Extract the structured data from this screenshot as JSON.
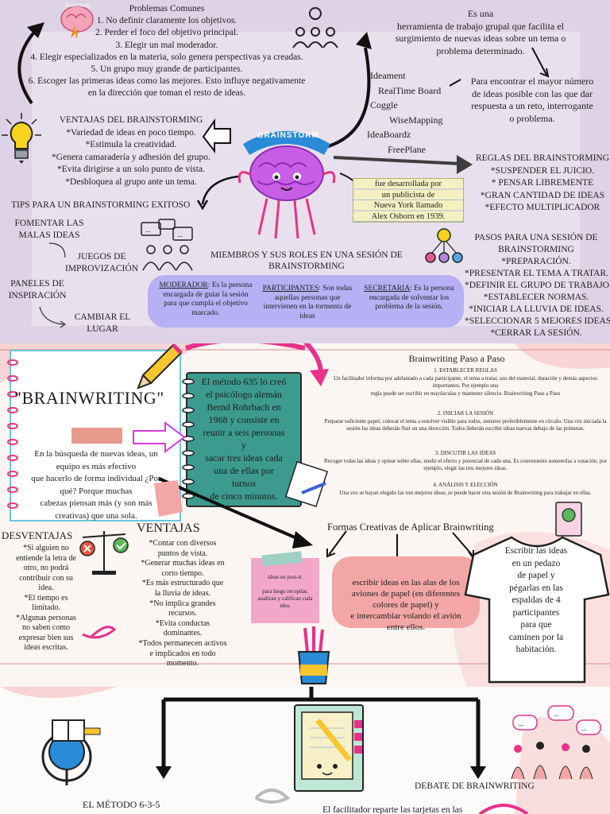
{
  "top": {
    "brain_label": "Brainstorm",
    "common_problems_title": "Problemas Comunes",
    "common_problems": [
      "1. No definir claramente los objetivos.",
      "2. Perder el foco del objetivo principal.",
      "3. Elegir un mal moderador.",
      "4. Elegir especializados en la materia, solo genera perspectivas ya creadas.",
      "5. Un grupo muy grande de participantes.",
      "6. Escoger las primeras ideas como las mejores. Esto influye negativamente",
      "en la dirección que toman el resto de ideas."
    ],
    "definition": "Es una\nherramienta de trabajo grupal que facilita el\nsurgimiento de nuevas ideas sobre un tema o\nproblema determinado.",
    "purpose": "Para encontrar el mayor número\nde ideas posible con las que dar\nrespuesta a un reto, interrogante\no problema.",
    "tools": [
      "Ideament",
      "RealTime Board",
      "Coggle",
      "WiseMapping",
      "IdeaBoardz",
      "FreePlane"
    ],
    "advantages_title": "VENTAJAS DEL BRAINSTORMING",
    "advantages": [
      "*Variedad de ideas en poco tiempo.",
      "*Estimula la creatividad.",
      "*Genera camaradería y adhesión del grupo.",
      "*Evita dirigirse a un solo punto de vista.",
      "*Desbloquea al grupo ante un tema."
    ],
    "center_banner": "BRAINSTORM",
    "rules_title": "REGLAS DEL BRAINSTORMING",
    "rules": [
      "*SUSPENDER EL JUICIO.",
      "* PENSAR LIBREMENTE",
      "*GRAN CANTIDAD DE IDEAS",
      "*EFECTO MULTIPLICADOR"
    ],
    "origin_note": "fue desarrollada por\nun publicista de\nNueva York llamado\nAlex Osborn en 1939.",
    "tips_title": "TIPS PARA UN BRAINSTORMING EXITOSO",
    "tips": [
      "FOMENTAR LAS\nMALAS IDEAS",
      "JUEGOS DE\nIMPROVIZACIÓN",
      "PANELES DE\nINSPIRACIÓN",
      "CAMBIAR EL\nLUGAR"
    ],
    "roles_title": "MIEMBROS Y SUS ROLES EN UNA SESIÓN DE\nBRAINSTORMING",
    "roles": [
      {
        "name": "MODERADOR",
        "text": ": Es la persona encargada de guiar la sesión para que  cumpla el objetivo marcado."
      },
      {
        "name": "PARTICIPANTES",
        "text": ": Son todas aquellas personas que intervienen en la tormenta de ideas"
      },
      {
        "name": "SECRETARIA",
        "text": ": Es la persona encargada de solventar los problema de la sesión."
      }
    ],
    "steps_title": "PASOS PARA UNA SESIÓN DE\nBRAINSTORMING",
    "steps": [
      "*PREPARACIÓN.",
      "*PRESENTAR EL TEMA A TRATAR.",
      "*DEFINIR EL GRUPO DE TRABAJO.",
      "*ESTABLECER NORMAS.",
      "*INICIAR LA LLUVIA DE IDEAS.",
      "*SELECCIONAR 5 MEJORES IDEAS.",
      "*CERRAR LA SESIÓN."
    ]
  },
  "mid": {
    "title": "\"BRAINWRITING\"",
    "description": "En la búsqueda de nuevas ideas, un\nequipo es más efectivo\nque hacerlo de forma individual ¿Por\nqué? Porque muchas\ncabezas piensan más (y son más\ncreativas) que una sola.",
    "method_note": "El método 635 lo creó\nel psicólogo alemán\nBernd Rohrbach en\n1968 y consiste en\nreunir a seis personas\ny\nsacar tres ideas cada\nuna de ellas por\nturnos\nde cinco minutos.",
    "steps_title": "Brainwriting Paso a Paso",
    "steps": [
      {
        "heading": "1. ESTABLECER REGLAS",
        "text": "Un facilitador informa por adelantado a cada participante, el tema a tratar, uso del material, duración y demás aspectos importantes. Por ejemplo una\nregla puede ser escribir en mayúsculas y mantener silencio. Brainwriting Paso a Paso"
      },
      {
        "heading": "2. INICIAR LA SESIÓN",
        "text": "Preparar suficiente papel, colocar el tema a resolver visible para todos, sentarse preferiblemente en círculo. Una vez iniciada la sesión las ideas deberán fluir en una dirección. Todos deberán escribir ideas nuevas debajo de las primeras."
      },
      {
        "heading": "3. DISCUTIR LAS IDEAS",
        "text": "Recoger todas las ideas y opinar sobre ellas, medir el efecto y potencial de cada una. Es conveniente someterlas a votación, por ejemplo, elegir las tres mejores ideas."
      },
      {
        "heading": "4. ANÁLISIS Y ELECCIÓN",
        "text": "Una vez se hayan elegido las tres mejores ideas, se puede hacer otra sesión de Brainwriting para trabajar en ellas."
      }
    ],
    "disadvantages_title": "DESVENTAJAS",
    "disadvantages": "*Si alguien no\nentiende la letra de\notro, no podrá\ncontribuir con su\nidea.\n*El tiempo es\nlimitado.\n*Algunas personas\nno saben como\nexpresar bien sus\nideas escritas.",
    "advantages_title": "VENTAJAS",
    "advantages": "*Contar con diversos\npuntos de vista.\n*Generar muchas ideas en\ncorto tiempo.\n*Es más estructurado que\nla lluvia de ideas.\n*No implica grandes\nrecursos.\n*Evita conductas\ndominantes.\n*Todos permanecen activos\ne implicados en todo\nmomento.",
    "creative_title": "Formas Creativas de Aplicar Brainwriting",
    "postit_text": "ideas en post-it.\n\npara luego recopilar,\nanalizan y califican cada\nidea.",
    "airplanes_text": "escribir ideas en las alas de los\naviones de papel (en diferentes\ncolores de papel) y\ne intercambiar volando el avión\nentre ellos.",
    "shirt_text": "Escribir las ideas\nen un pedazo\nde papel y\npégarlas en las\nespaldas de 4\nparticipantes\npara que\ncaminen por la\nhabitación."
  },
  "bot": {
    "method_title": "EL MÉTODO 6-3-5",
    "debate_title": "DEBATE DE BRAINWRITING",
    "debate_text": "El facilitador reparte las tarjetas en las"
  },
  "colors": {
    "top_bg": "#ded3e6",
    "accent_pink": "#e8318a",
    "roles_bar": "#b7b0f5",
    "note_yellow": "#f6efc2",
    "teal_note": "#3c9a8e",
    "salmon": "#f3a6a6"
  }
}
